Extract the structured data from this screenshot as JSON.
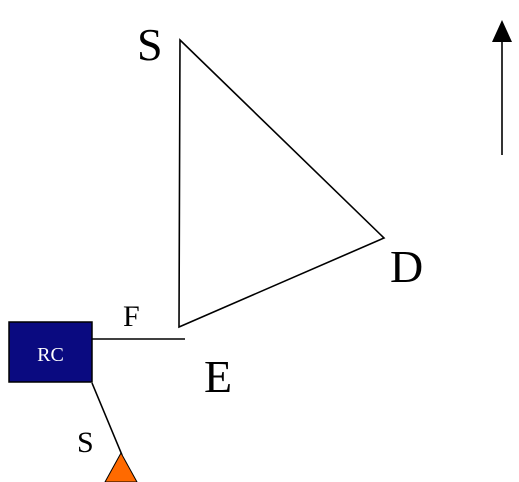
{
  "labels": {
    "vertex_s": "S",
    "vertex_d": "D",
    "vertex_e": "E",
    "edge_f": "F",
    "edge_s": "S",
    "box_rc": "RC"
  },
  "colors": {
    "stroke": "#000000",
    "box_fill": "#0a0a80",
    "box_border": "#000000",
    "box_text": "#ffffff",
    "marker_fill": "#ff6a00",
    "background": "#ffffff"
  },
  "icons": {
    "north_arrow": "arrow-up-icon",
    "marker": "triangle-icon"
  }
}
